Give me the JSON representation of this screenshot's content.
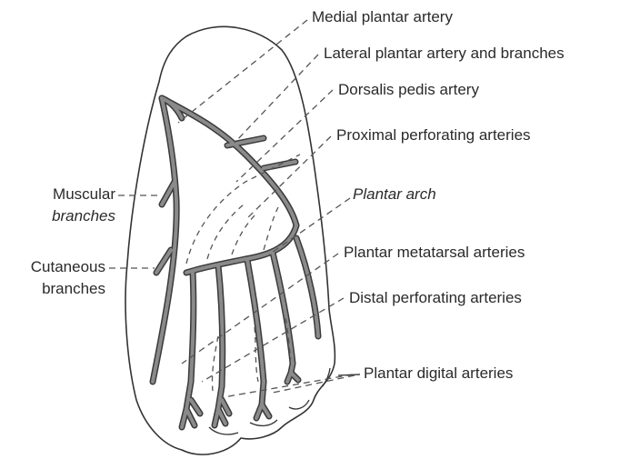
{
  "labels": {
    "medial_plantar_artery": "Medial plantar artery",
    "lateral_plantar_artery": "Lateral plantar artery and branches",
    "dorsalis_pedis_artery": "Dorsalis pedis artery",
    "proximal_perforating": "Proximal perforating arteries",
    "plantar_arch": "Plantar arch",
    "plantar_metatarsal": "Plantar metatarsal arteries",
    "distal_perforating": "Distal perforating arteries",
    "plantar_digital": "Plantar digital arteries",
    "muscular_1": "Muscular",
    "muscular_2": "branches",
    "cutaneous_1": "Cutaneous",
    "cutaneous_2": "branches"
  },
  "colors": {
    "outline": "#333333",
    "artery": "#7a7a7a",
    "artery_edge": "#3a3a3a",
    "leader": "#555555",
    "text": "#2a2a2a"
  }
}
